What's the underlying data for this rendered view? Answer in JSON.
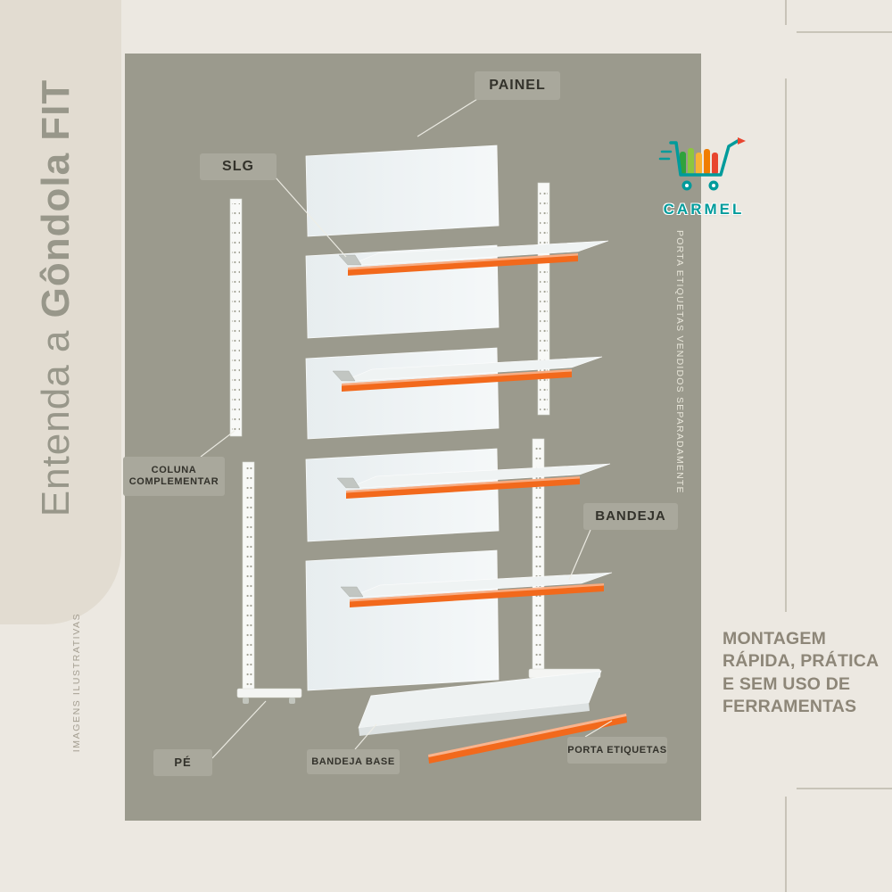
{
  "colors": {
    "background": "#ECE8E1",
    "panel_gray": "#9B9A8D",
    "accent_orange": "#F2691C",
    "brand_teal": "#009B9B",
    "label_bg": "#A9A89C"
  },
  "title": {
    "prefix": "Entenda a ",
    "product": "Gôndola FIT"
  },
  "brand": {
    "name": "CARMEL",
    "logo": "shopping-cart-icon"
  },
  "labels": {
    "painel": "PAINEL",
    "slg": "SLG",
    "coluna_complementar": "COLUNA COMPLEMENTAR",
    "bandeja": "BANDEJA",
    "pe": "PÉ",
    "bandeja_base": "BANDEJA BASE",
    "porta_etiquetas": "PORTA ETIQUETAS"
  },
  "notes": {
    "side_note": "PORTA ETIQUETAS VENDIDOS SEPARADAMENTE",
    "disclaimer": "IMAGENS ILUSTRATIVAS"
  },
  "benefits": {
    "lines": [
      "MONTAGEM",
      "RÁPIDA, PRÁTICA",
      "E SEM USO DE",
      "FERRAMENTAS"
    ]
  }
}
